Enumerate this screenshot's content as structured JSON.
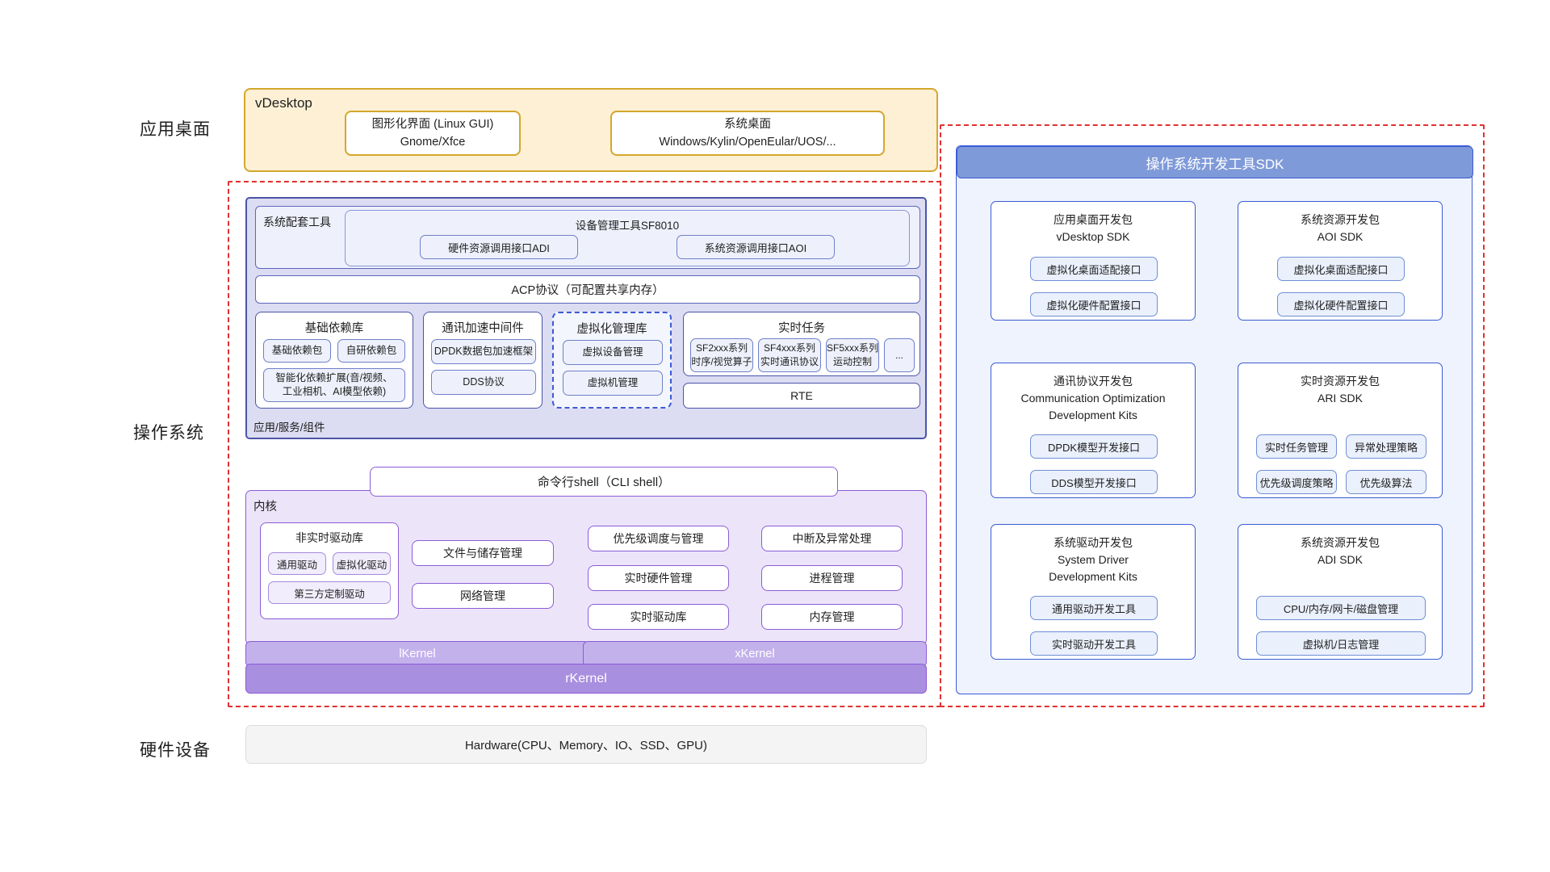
{
  "row_labels": {
    "application_desktop": "应用桌面",
    "operating_system": "操作系统",
    "hardware_devices": "硬件设备"
  },
  "vdesktop": {
    "title": "vDesktop",
    "cards": [
      {
        "line1": "图形化界面 (Linux GUI)",
        "line2": "Gnome/Xfce"
      },
      {
        "line1": "系统桌面",
        "line2": "Windows/Kylin/OpenEular/UOS/..."
      }
    ]
  },
  "os": {
    "system_tools_label": "系统配套工具",
    "device_manager": {
      "title": "设备管理工具SF8010",
      "chips": [
        "硬件资源调用接口ADI",
        "系统资源调用接口AOI"
      ]
    },
    "acp_protocol": "ACP协议（可配置共享内存）",
    "footer_label": "应用/服务/组件",
    "libraries": [
      {
        "title": "基础依赖库",
        "chips": [
          "基础依赖包",
          "自研依赖包",
          "智能化依赖扩展(音/视频、\n工业相机、AI模型依赖)"
        ]
      },
      {
        "title": "通讯加速中间件",
        "chips": [
          "DPDK数据包加速框架",
          "DDS协议"
        ]
      },
      {
        "title": "虚拟化管理库",
        "chips": [
          "虚拟设备管理",
          "虚拟机管理"
        ]
      }
    ],
    "realtime_tasks": {
      "title": "实时任务",
      "chips": [
        "SF2xxx系列\n时序/视觉算子",
        "SF4xxx系列\n实时通讯协议",
        "SF5xxx系列\n运动控制",
        "..."
      ]
    },
    "rte": "RTE"
  },
  "kernel": {
    "cli_shell": "命令行shell（CLI shell）",
    "label": "内核",
    "non_realtime_driver": {
      "title": "非实时驱动库",
      "chips": [
        "通用驱动",
        "虚拟化驱动",
        "第三方定制驱动"
      ]
    },
    "middle_boxes": [
      "文件与储存管理",
      "网络管理"
    ],
    "col_left": [
      "优先级调度与管理",
      "实时硬件管理",
      "实时驱动库"
    ],
    "col_right": [
      "中断及异常处理",
      "进程管理",
      "内存管理"
    ],
    "bands": {
      "lkernel": "lKernel",
      "xkernel": "xKernel",
      "rkernel": "rKernel"
    }
  },
  "hardware": {
    "label": "Hardware(CPU、Memory、IO、SSD、GPU)"
  },
  "sdk": {
    "header": "操作系统开发工具SDK",
    "cards": [
      {
        "title": "应用桌面开发包\nvDesktop SDK",
        "chips": [
          "虚拟化桌面适配接口",
          "虚拟化硬件配置接口"
        ]
      },
      {
        "title": "系统资源开发包\nAOI SDK",
        "chips": [
          "虚拟化桌面适配接口",
          "虚拟化硬件配置接口"
        ]
      },
      {
        "title": "通讯协议开发包\nCommunication Optimization\nDevelopment Kits",
        "chips": [
          "DPDK模型开发接口",
          "DDS模型开发接口"
        ]
      },
      {
        "title": "实时资源开发包\nARI SDK",
        "chips": [
          "实时任务管理",
          "异常处理策略",
          "优先级调度策略",
          "优先级算法"
        ]
      },
      {
        "title": "系统驱动开发包\nSystem Driver\nDevelopment Kits",
        "chips": [
          "通用驱动开发工具",
          "实时驱动开发工具"
        ]
      },
      {
        "title": "系统资源开发包\nADI SDK",
        "chips": [
          "CPU/内存/网卡/磁盘管理",
          "虚拟机/日志管理"
        ]
      }
    ]
  },
  "colors": {
    "accent_blue": "#3b5bd4",
    "sdk_header": "#7f9ad9",
    "vdesktop_bg": "#fdf0d5",
    "vdesktop_border": "#d4a72c",
    "os_panel_bg": "#dcdcf2",
    "kernel_bg": "#ece5fa",
    "kernel_border": "#8b5cd6",
    "kband": "#c3b1ec",
    "rkernel": "#a98fdf",
    "dashed_red": "#e03131",
    "hardware_bg": "#f4f4f4"
  }
}
